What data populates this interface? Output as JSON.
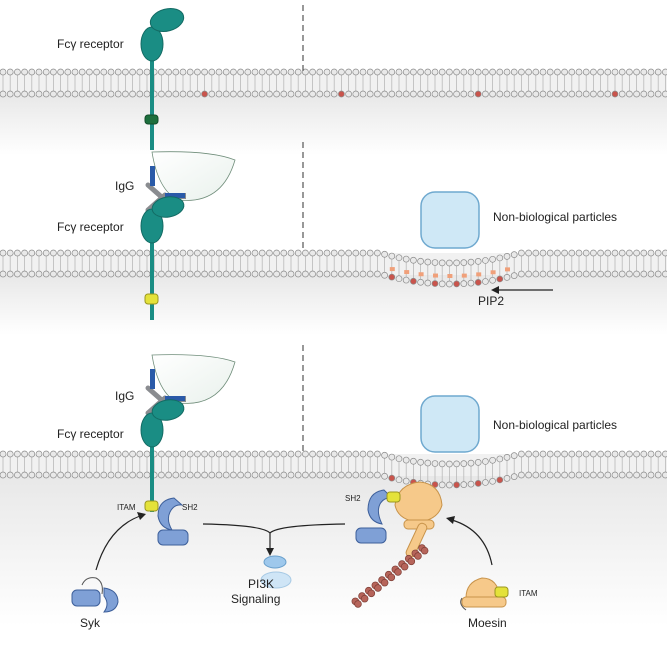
{
  "panel1": {
    "receptor_label": "Fcγ receptor"
  },
  "panel2": {
    "igg_label": "IgG",
    "receptor_label": "Fcγ receptor",
    "particle_label": "Non-biological particles",
    "pip2_label": "PIP2"
  },
  "panel3": {
    "igg_label": "IgG",
    "receptor_label": "Fcγ receptor",
    "particle_label": "Non-biological particles",
    "itam_label": "ITAM",
    "sh2_left_label": "SH2",
    "sh2_right_label": "SH2",
    "syk_label": "Syk",
    "pi3k_line1": "PI3K",
    "pi3k_line2": "Signaling",
    "moesin_label": "Moesin",
    "moesin_itam_label": "ITAM"
  },
  "colors": {
    "receptor_teal": "#1a8d84",
    "receptor_dark": "#136b64",
    "lipid_head": "#e9e9e9",
    "pip2_red": "#c9544c",
    "pip2_orange": "#f0a07a",
    "igg_gray": "#8a8c90",
    "igg_blue": "#2a5aa8",
    "itam_yellow": "#e4e23a",
    "kinase_blue": "#7fa0d6",
    "particle_blue": "#cfe8f6",
    "moesin_orange": "#f6c98a",
    "actin_brown": "#b6645a"
  }
}
